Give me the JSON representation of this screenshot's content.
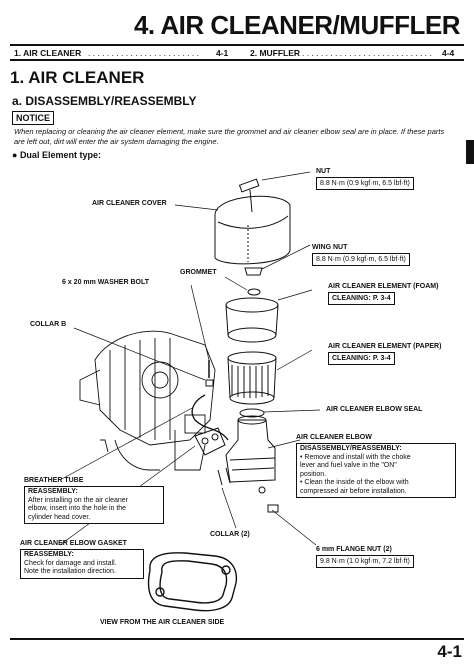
{
  "header": {
    "chapter_title": "4. AIR CLEANER/MUFFLER",
    "toc": [
      {
        "label": "1. AIR CLEANER",
        "dots": ". . . . . . . . . . . . . . . . . . . . . . . .",
        "page": "4-1"
      },
      {
        "label": "2. MUFFLER",
        "dots": ". . . . . . . . . . . . . . . . . . . . . . . . . . . .",
        "page": "4-4"
      }
    ]
  },
  "section": {
    "title": "1. AIR CLEANER",
    "subtitle": "a. DISASSEMBLY/REASSEMBLY",
    "notice_label": "NOTICE",
    "notice_text": "When replacing or cleaning the air cleaner element, make sure the grommet and air cleaner elbow seal are in place. If these parts are left out, dirt will enter the air system damaging the engine.",
    "bullet": "Dual Element type:"
  },
  "labels": {
    "nut": "NUT",
    "nut_torque": "8.8 N·m (0.9 kgf·m, 6.5 lbf·ft)",
    "air_cleaner_cover": "AIR CLEANER COVER",
    "wing_nut": "WING NUT",
    "wing_nut_torque": "8.8 N·m (0.9 kgf·m, 6.5 lbf·ft)",
    "grommet": "GROMMET",
    "washer_bolt": "6 x 20 mm WASHER BOLT",
    "element_foam": "AIR CLEANER ELEMENT (FOAM)",
    "element_foam_cleaning": "CLEANING: P. 3-4",
    "collar_b": "COLLAR B",
    "element_paper": "AIR CLEANER ELEMENT (PAPER)",
    "element_paper_cleaning": "CLEANING: P. 3-4",
    "elbow_seal": "AIR CLEANER ELBOW SEAL",
    "elbow": "AIR CLEANER ELBOW",
    "elbow_box_title": "DISASSEMBLY/REASSEMBLY:",
    "elbow_box_1": "• Remove and install with the choke",
    "elbow_box_2": "  lever and fuel valve in the \"ON\"",
    "elbow_box_3": "  position.",
    "elbow_box_4": "• Clean the inside of the elbow with",
    "elbow_box_5": "  compressed air before installation.",
    "breather_tube": "BREATHER TUBE",
    "breather_title": "REASSEMBLY:",
    "breather_1": "After installing on the air cleaner",
    "breather_2": "elbow, insert into the hole in the",
    "breather_3": "cylinder head cover.",
    "collar_2": "COLLAR (2)",
    "gasket": "AIR CLEANER ELBOW GASKET",
    "gasket_title": "REASSEMBLY:",
    "gasket_1": "Check for damage and install.",
    "gasket_2": "Note the installation direction.",
    "flange_nut": "6 mm FLANGE NUT (2)",
    "flange_nut_torque": "9.8 N·m (1.0 kgf·m, 7.2 lbf·ft)",
    "view_caption": "VIEW FROM THE AIR CLEANER SIDE"
  },
  "footer": {
    "page_number": "4-1"
  }
}
